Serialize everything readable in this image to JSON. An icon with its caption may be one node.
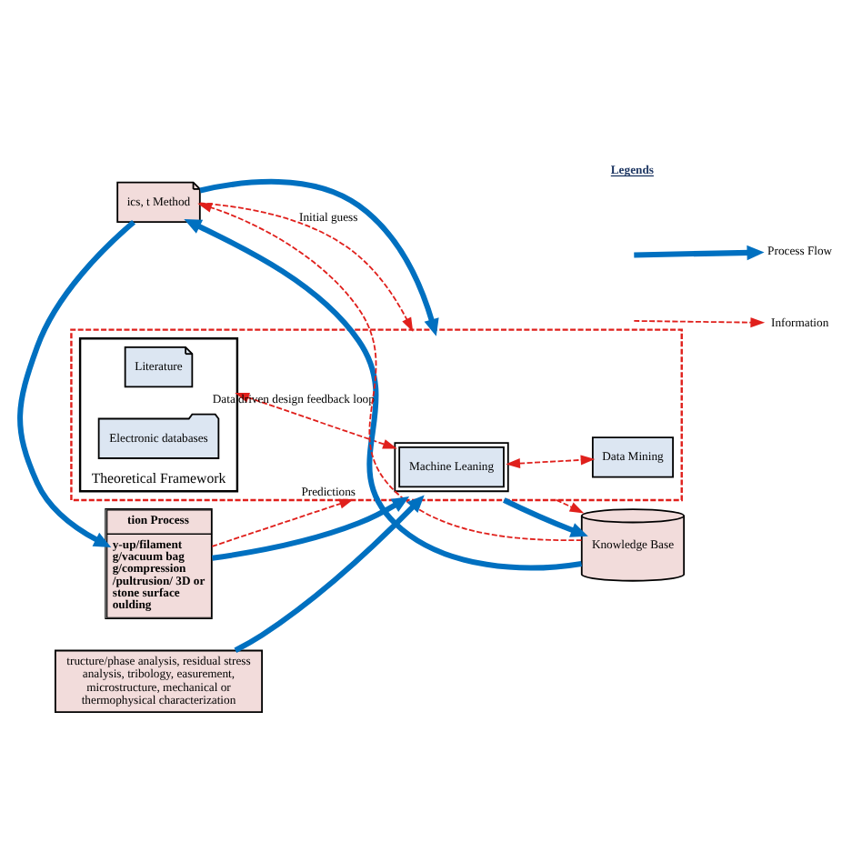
{
  "diagram": {
    "nodes": [
      {
        "text": [
          "ics, t Method"
        ]
      },
      {
        "text": [],
        "shape": "box"
      },
      {
        "text": [
          "Theoretical Framework"
        ],
        "in": 1
      },
      {
        "text": [
          "Literature"
        ],
        "in": 2
      },
      {
        "text": [
          "Electronic databases"
        ],
        "in": 2
      },
      {
        "text": [
          "Machine Leaning"
        ],
        "in": 1
      },
      {
        "text": [
          "Data Mining"
        ],
        "in": 1
      },
      {
        "text": [
          "Knowledge Base"
        ]
      },
      {
        "text": [
          "tion Process",
          "y-up/filament g/vacuum bag g/compression /pultrusion/ 3D or stone surface oulding"
        ]
      },
      {
        "text": [
          "tructure/phase analysis, residual stress analysis, tribology, easurement, microstructure, mechanical or thermophysical characterization"
        ]
      }
    ],
    "edges": [
      {
        "from": 7,
        "to": 0,
        "arrow": "to",
        "label": "Data driven design feedback loop",
        "style": "thick",
        "color": "#0070c0"
      },
      {
        "from": 7,
        "to": 0,
        "arrow": "to",
        "style": "dashed",
        "color": "#e0201c"
      },
      {
        "from": 0,
        "to": 1,
        "arrow": "to",
        "style": "thick",
        "color": "#0070c0"
      },
      {
        "from": 0,
        "to": 1,
        "arrow": "to",
        "label": "Initial guess",
        "style": "dashed",
        "color": "#e0201c"
      },
      {
        "from": 0,
        "to": 8,
        "arrow": "to",
        "style": "thick",
        "color": "#0070c0"
      },
      {
        "from": 8,
        "to": 1,
        "arrow": "to",
        "label": "Predictions",
        "style": "dashed",
        "color": "#e0201c"
      },
      {
        "from": 8,
        "to": 1,
        "arrow": "to",
        "style": "thick",
        "color": "#0070c0"
      },
      {
        "from": 9,
        "to": 1,
        "arrow": "to",
        "style": "thick",
        "color": "#0070c0"
      },
      {
        "from": 2,
        "to": 5,
        "arrow": "both",
        "style": "dashed",
        "color": "#e0201c"
      },
      {
        "from": 5,
        "to": 6,
        "arrow": "both",
        "style": "dashed",
        "color": "#e0201c"
      },
      {
        "from": 1,
        "to": 7,
        "arrow": "to",
        "style": "thick",
        "color": "#0070c0"
      },
      {
        "from": 1,
        "to": 7,
        "arrow": "to",
        "style": "dashed",
        "color": "#e0201c"
      }
    ],
    "labels": [
      "Legends"
    ],
    "legend": [
      {
        "text": "Process Flow"
      },
      {
        "text": "Information"
      }
    ]
  }
}
